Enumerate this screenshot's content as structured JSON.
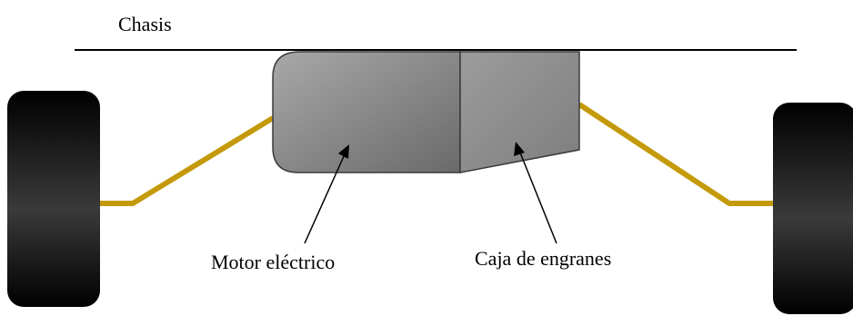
{
  "diagram": {
    "labels": {
      "chassis": "Chasis",
      "motor": "Motor eléctrico",
      "gearbox": "Caja de engranes"
    },
    "colors": {
      "chassis_line": "#000000",
      "axle": "#c49a0a",
      "wheel_dark": "#000000",
      "wheel_mid": "#3a3a3a",
      "motor_light": "#a8a8a8",
      "motor_dark": "#6a6a6a",
      "gearbox_light": "#9c9c9c",
      "gearbox_dark": "#7e7e7e",
      "outline": "#3a3a3a"
    }
  }
}
